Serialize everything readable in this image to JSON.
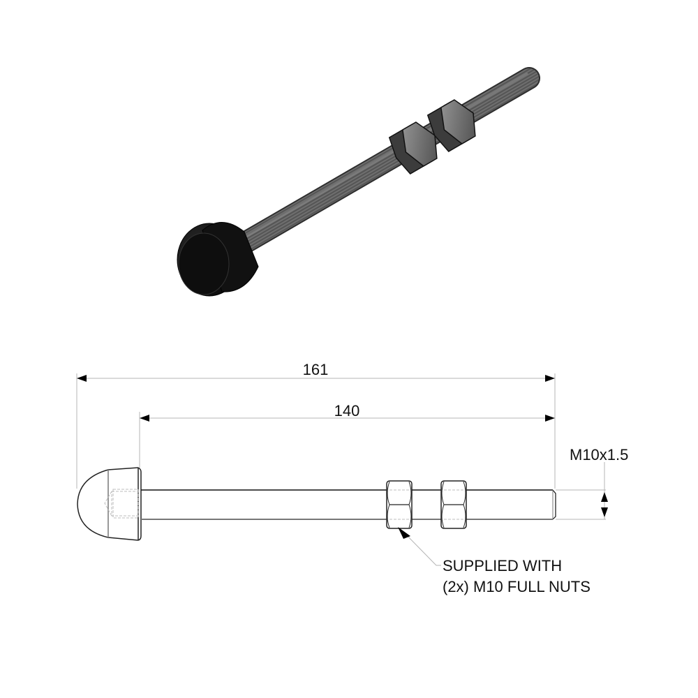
{
  "drawing": {
    "isometric_view": {
      "label": "isometric-render",
      "parts": [
        "rubber-dome-cap",
        "threaded-rod",
        "hex-nut-1",
        "hex-nut-2"
      ]
    },
    "dimensions": {
      "overall_length": "161",
      "rod_length": "140",
      "thread_spec": "M10x1.5"
    },
    "note": {
      "line1": "SUPPLIED WITH",
      "line2": "(2x) M10 FULL NUTS"
    },
    "colors": {
      "line": "#111111",
      "dim_line": "#b5b5b5",
      "hidden_line": "#bdbdbd",
      "cap": "#141414",
      "rod": "#6e6e6e",
      "nut": "#8a8a8a"
    }
  }
}
